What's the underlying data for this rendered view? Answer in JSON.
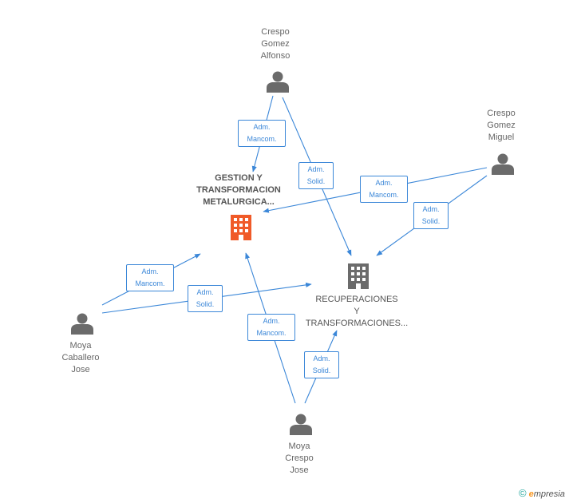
{
  "colors": {
    "edge": "#3b87d8",
    "person": "#6b6b6b",
    "main_company": "#f05a28",
    "other_company": "#6b6b6b",
    "text": "#666666"
  },
  "people": {
    "crespo_alfonso": [
      "Crespo",
      "Gomez",
      "Alfonso"
    ],
    "crespo_miguel": [
      "Crespo",
      "Gomez",
      "Miguel"
    ],
    "moya_caballero": [
      "Moya",
      "Caballero",
      "Jose"
    ],
    "moya_crespo": [
      "Moya",
      "Crespo",
      "Jose"
    ]
  },
  "companies": {
    "gestion": [
      "GESTION Y",
      "TRANSFORMACION",
      "METALURGICA..."
    ],
    "recuperaciones": [
      "RECUPERACIONES",
      "Y",
      "TRANSFORMACIONES..."
    ]
  },
  "edge_labels": {
    "e1": [
      "Adm.",
      "Mancom."
    ],
    "e2": [
      "Adm.",
      "Solid."
    ],
    "e3": [
      "Adm.",
      "Mancom."
    ],
    "e4": [
      "Adm.",
      "Solid."
    ],
    "e5": [
      "Adm.",
      "Mancom."
    ],
    "e6": [
      "Adm.",
      "Solid."
    ],
    "e7": [
      "Adm.",
      "Mancom."
    ],
    "e8": [
      "Adm.",
      "Solid."
    ]
  },
  "footer": {
    "copyright": "©",
    "brand_initial": "e",
    "brand_rest": "mpresia"
  }
}
